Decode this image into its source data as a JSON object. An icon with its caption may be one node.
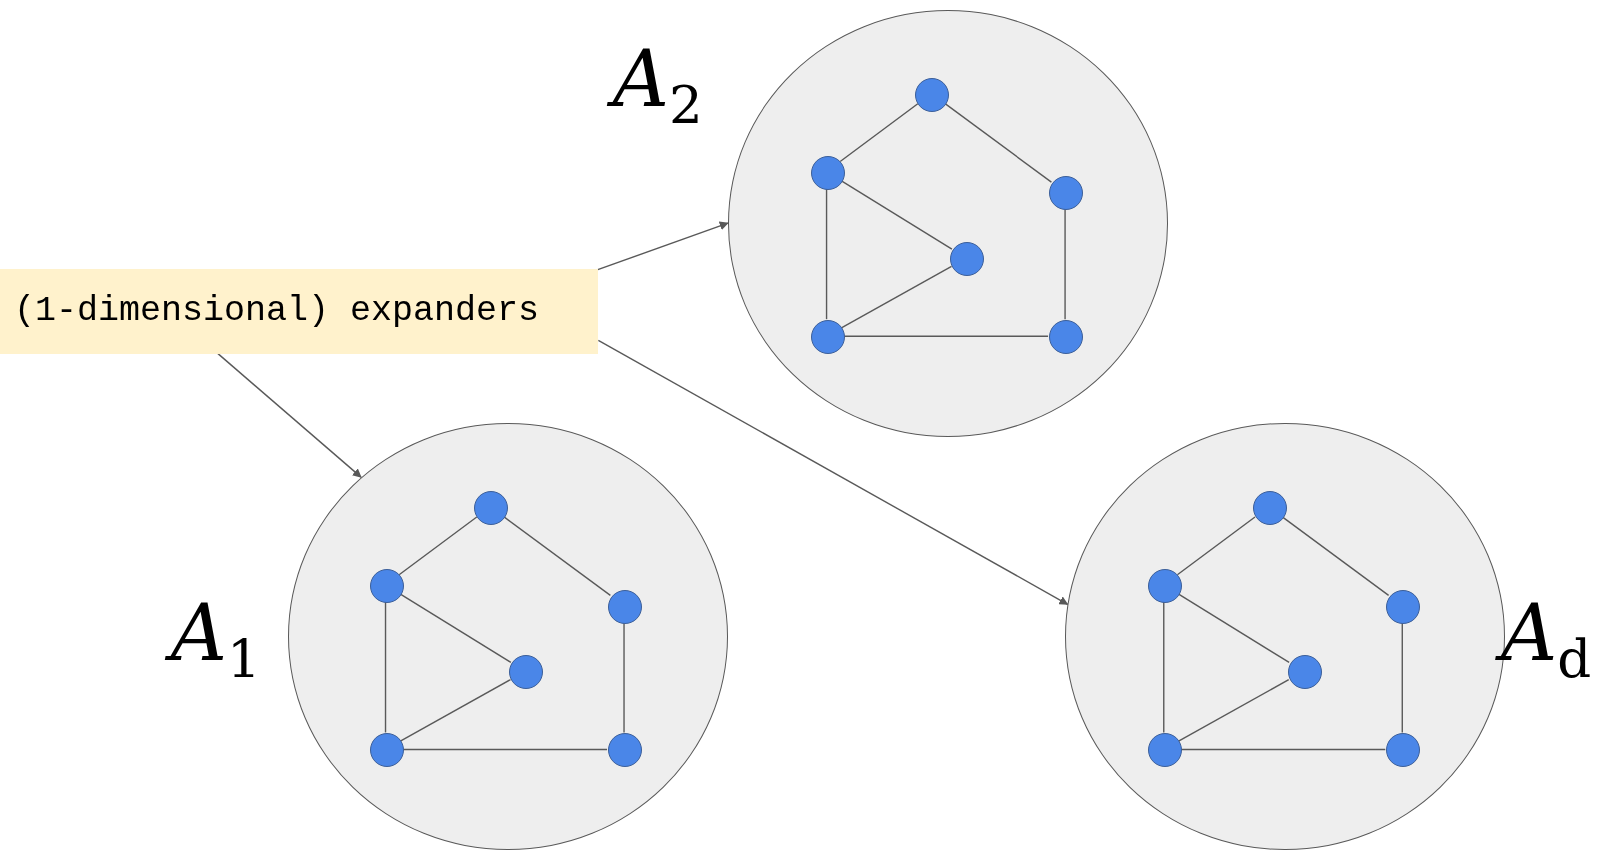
{
  "diagram": {
    "nodes": [
      {
        "text": [
          "(1-dimensional) expanders"
        ]
      },
      {
        "text": [
          "A$_{2}$"
        ]
      },
      {
        "text": [],
        "shape": "circle",
        "in": 1
      },
      {
        "text": [],
        "shape": "circle",
        "in": 1
      },
      {
        "text": [],
        "shape": "circle",
        "in": 1
      },
      {
        "text": [],
        "shape": "circle",
        "in": 1
      },
      {
        "text": [],
        "shape": "circle",
        "in": 1
      },
      {
        "text": [],
        "shape": "circle",
        "in": 1
      },
      {
        "text": [
          "A$_{1}$"
        ]
      },
      {
        "text": [],
        "shape": "circle",
        "in": 8
      },
      {
        "text": [],
        "shape": "circle",
        "in": 8
      },
      {
        "text": [],
        "shape": "circle",
        "in": 8
      },
      {
        "text": [],
        "shape": "circle",
        "in": 8
      },
      {
        "text": [],
        "shape": "circle",
        "in": 8
      },
      {
        "text": [],
        "shape": "circle",
        "in": 8
      },
      {
        "text": [
          "A$_{d}$"
        ]
      },
      {
        "text": [],
        "shape": "circle",
        "in": 15
      },
      {
        "text": [],
        "shape": "circle",
        "in": 15
      },
      {
        "text": [],
        "shape": "circle",
        "in": 15
      },
      {
        "text": [],
        "shape": "circle",
        "in": 15
      },
      {
        "text": [],
        "shape": "circle",
        "in": 15
      },
      {
        "text": [],
        "shape": "circle",
        "in": 15
      }
    ],
    "edges": [
      {
        "from": 0,
        "to": 1,
        "arrow": "to"
      },
      {
        "from": 0,
        "to": 8,
        "arrow": "to"
      },
      {
        "from": 0,
        "to": 15,
        "arrow": "to"
      },
      {
        "from": 3,
        "to": 2,
        "arrow": "none"
      },
      {
        "from": 2,
        "to": 4,
        "arrow": "none"
      },
      {
        "from": 3,
        "to": 5,
        "arrow": "none"
      },
      {
        "from": 3,
        "to": 6,
        "arrow": "none"
      },
      {
        "from": 6,
        "to": 5,
        "arrow": "none"
      },
      {
        "from": 6,
        "to": 7,
        "arrow": "none"
      },
      {
        "from": 4,
        "to": 7,
        "arrow": "none"
      },
      {
        "from": 10,
        "to": 9,
        "arrow": "none"
      },
      {
        "from": 9,
        "to": 11,
        "arrow": "none"
      },
      {
        "from": 10,
        "to": 12,
        "arrow": "none"
      },
      {
        "from": 10,
        "to": 13,
        "arrow": "none"
      },
      {
        "from": 13,
        "to": 12,
        "arrow": "none"
      },
      {
        "from": 13,
        "to": 14,
        "arrow": "none"
      },
      {
        "from": 11,
        "to": 14,
        "arrow": "none"
      },
      {
        "from": 17,
        "to": 16,
        "arrow": "none"
      },
      {
        "from": 16,
        "to": 18,
        "arrow": "none"
      },
      {
        "from": 17,
        "to": 19,
        "arrow": "none"
      },
      {
        "from": 17,
        "to": 20,
        "arrow": "none"
      },
      {
        "from": 20,
        "to": 19,
        "arrow": "none"
      },
      {
        "from": 20,
        "to": 21,
        "arrow": "none"
      },
      {
        "from": 18,
        "to": 21,
        "arrow": "none"
      }
    ]
  }
}
